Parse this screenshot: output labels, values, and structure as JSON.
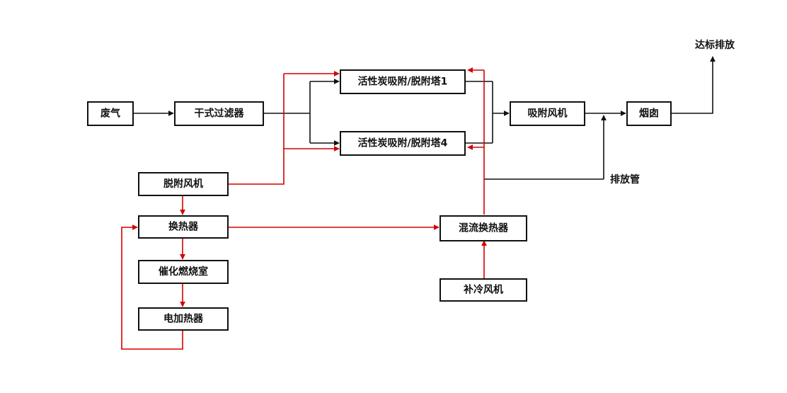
{
  "colors": {
    "main_flow": "#111111",
    "desorption_flow": "#d40000",
    "background": "#ffffff"
  },
  "nodes": {
    "waste_gas": "废气",
    "dry_filter": "干式过滤器",
    "tower_1": "活性炭吸附/脱附塔1",
    "tower_4": "活性炭吸附/脱附塔4",
    "adsorption_fan": "吸附风机",
    "chimney": "烟囱",
    "desorption_fan": "脱附风机",
    "heat_exchanger": "换热器",
    "catalytic_chamber": "催化燃烧室",
    "electric_heater": "电加热器",
    "mixing_heat_exchanger": "混流换热器",
    "cooling_fan": "补冷风机"
  },
  "labels": {
    "discharge_standard": "达标排放",
    "exhaust_pipe": "排放管"
  }
}
